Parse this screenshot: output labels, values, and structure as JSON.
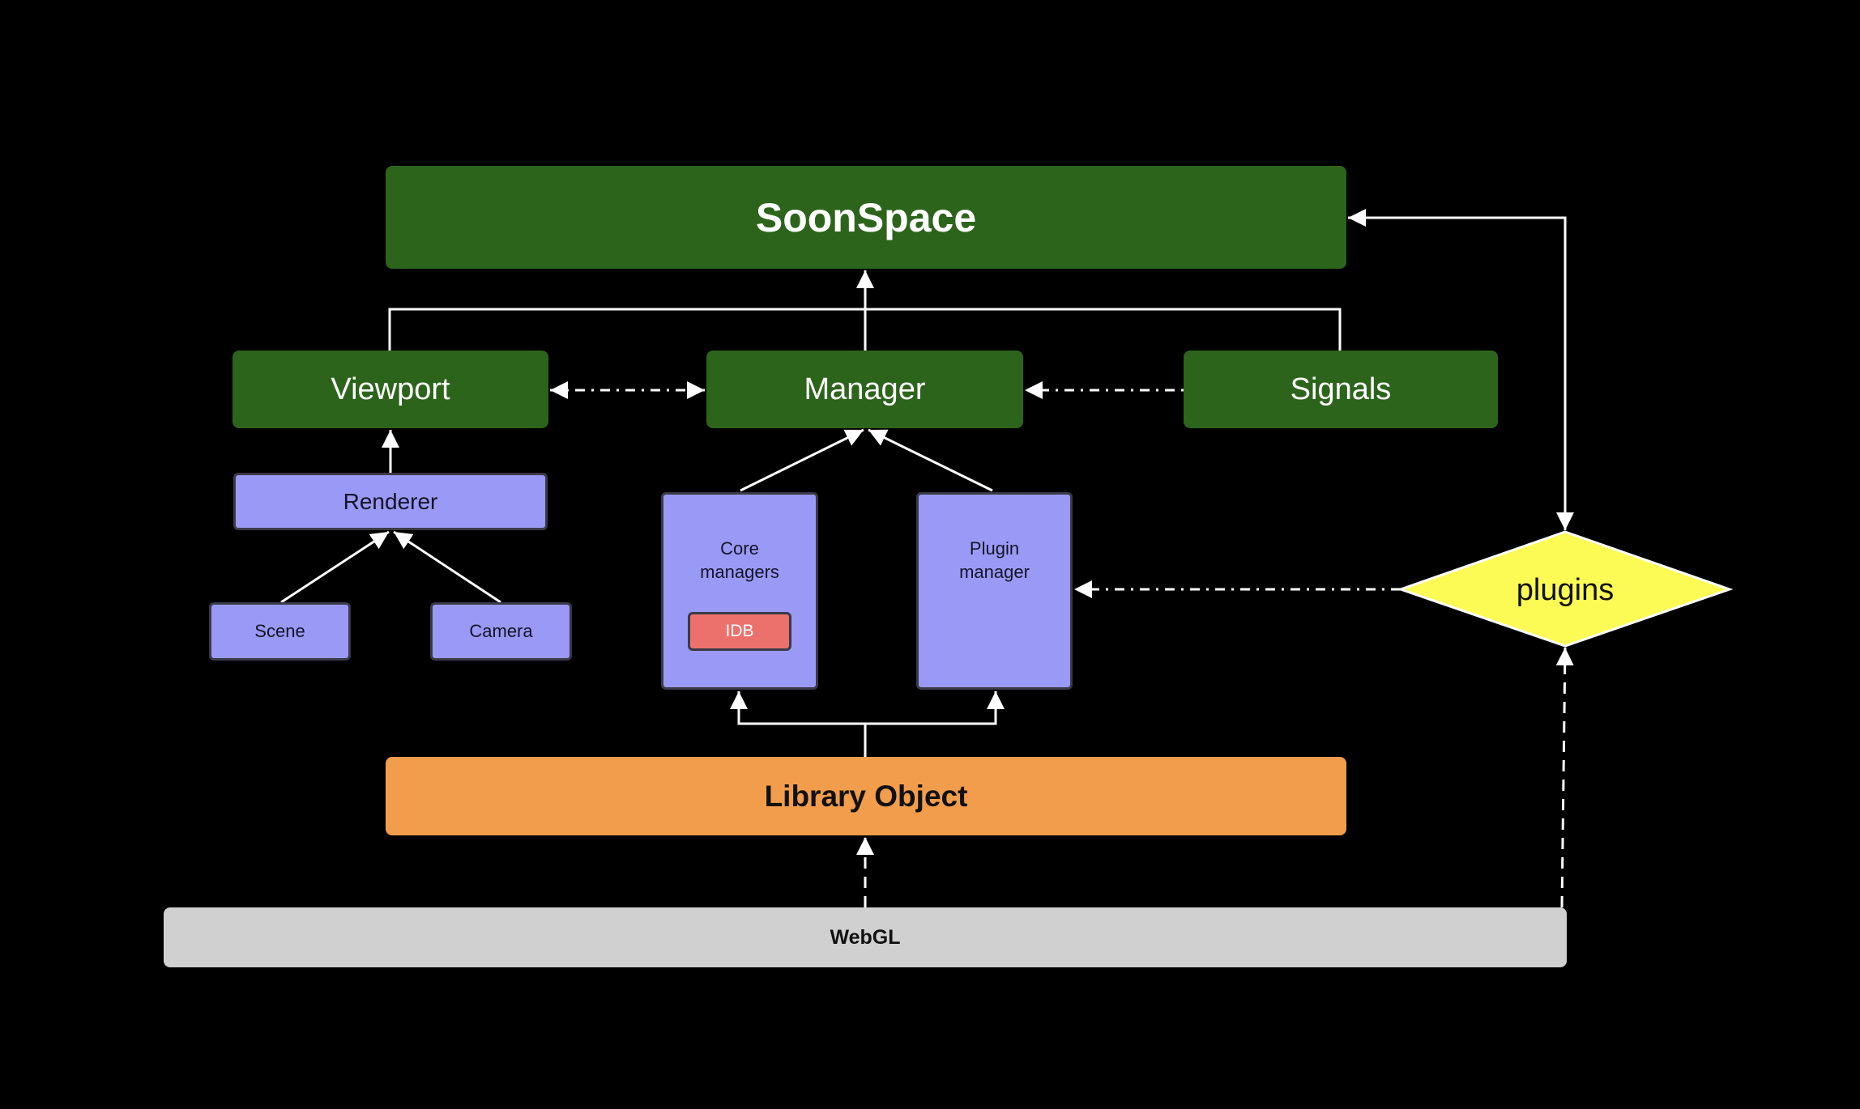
{
  "diagram": {
    "title": "SoonSpace architecture",
    "nodes": {
      "soonspace": {
        "label": "SoonSpace",
        "color": "#2d641c"
      },
      "viewport": {
        "label": "Viewport",
        "color": "#2d641c"
      },
      "manager": {
        "label": "Manager",
        "color": "#2d641c"
      },
      "signals": {
        "label": "Signals",
        "color": "#2d641c"
      },
      "renderer": {
        "label": "Renderer",
        "color": "#9a9af6"
      },
      "scene": {
        "label": "Scene",
        "color": "#9a9af6"
      },
      "camera": {
        "label": "Camera",
        "color": "#9a9af6"
      },
      "core_managers": {
        "label": "Core\nmanagers",
        "color": "#9a9af6"
      },
      "idb": {
        "label": "IDB",
        "color": "#ec706b"
      },
      "plugin_manager": {
        "label": "Plugin\nmanager",
        "color": "#9a9af6"
      },
      "plugins": {
        "label": "plugins",
        "color": "#fcfa55",
        "shape": "diamond"
      },
      "library_object": {
        "label": "Library Object",
        "color": "#f29d4c"
      },
      "webgl": {
        "label": "WebGL",
        "color": "#d0d0d0"
      }
    },
    "edges": [
      {
        "from": "manager",
        "to": "soonspace",
        "style": "solid"
      },
      {
        "from": "viewport",
        "to": "soonspace",
        "style": "solid"
      },
      {
        "from": "signals",
        "to": "soonspace",
        "style": "solid"
      },
      {
        "from": "renderer",
        "to": "viewport",
        "style": "solid"
      },
      {
        "from": "scene",
        "to": "renderer",
        "style": "solid"
      },
      {
        "from": "camera",
        "to": "renderer",
        "style": "solid"
      },
      {
        "from": "viewport",
        "to": "manager",
        "style": "dash-dot",
        "bidirectional": true
      },
      {
        "from": "signals",
        "to": "manager",
        "style": "dash-dot"
      },
      {
        "from": "core_managers",
        "to": "manager",
        "style": "solid"
      },
      {
        "from": "plugin_manager",
        "to": "manager",
        "style": "solid"
      },
      {
        "from": "plugins",
        "to": "plugin_manager",
        "style": "dash-dot"
      },
      {
        "from": "plugins",
        "to": "soonspace",
        "style": "solid",
        "bidirectional": true
      },
      {
        "from": "library_object",
        "to": "core_managers",
        "style": "solid"
      },
      {
        "from": "library_object",
        "to": "plugin_manager",
        "style": "solid"
      },
      {
        "from": "webgl",
        "to": "library_object",
        "style": "dashed"
      },
      {
        "from": "webgl",
        "to": "plugins",
        "style": "dashed"
      }
    ],
    "line_color": "#ffffff",
    "background": "#000000"
  }
}
